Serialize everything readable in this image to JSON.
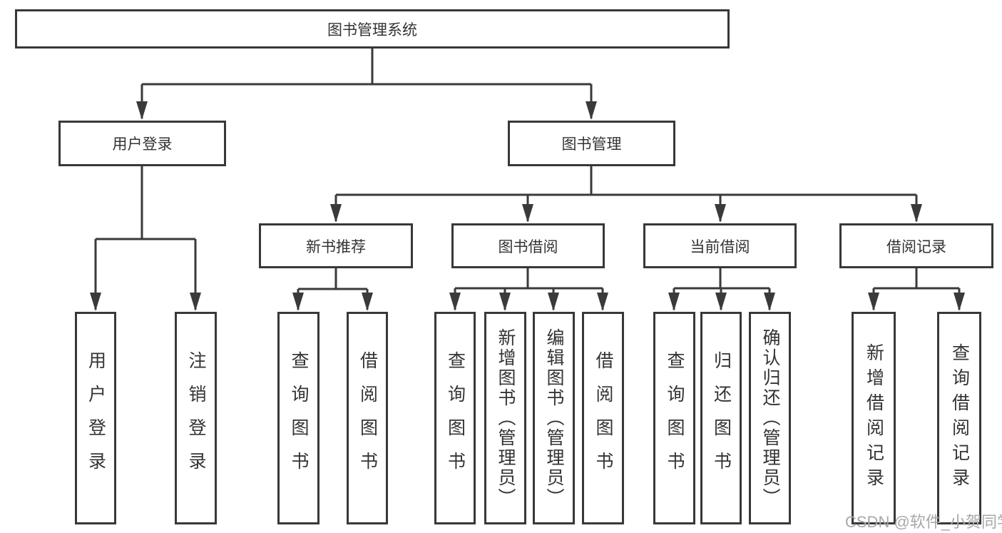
{
  "diagram": {
    "type": "hierarchy",
    "root": {
      "label": "图书管理系统"
    },
    "level2": {
      "user_login": {
        "label": "用户登录"
      },
      "book_mgmt": {
        "label": "图书管理"
      }
    },
    "level3": {
      "new_books": {
        "label": "新书推荐"
      },
      "borrowing": {
        "label": "图书借阅"
      },
      "current": {
        "label": "当前借阅"
      },
      "records": {
        "label": "借阅记录"
      }
    },
    "leaves": {
      "user_login": [
        "用户登录",
        "注销登录"
      ],
      "new_books": [
        "查询图书",
        "借阅图书"
      ],
      "borrowing": [
        "查询图书",
        "新增图书（管理员）",
        "编辑图书（管理员）",
        "借阅图书"
      ],
      "current": [
        "查询图书",
        "归还图书",
        "确认归还（管理员）"
      ],
      "records": [
        "新增借阅记录",
        "查询借阅记录"
      ]
    }
  },
  "colors": {
    "line": "#3a3a3a",
    "border": "#383838",
    "text": "#333333",
    "background": "#ffffff",
    "watermark": "#a8a8a8"
  },
  "watermark": {
    "label": "CSDN @软件_小贺同学"
  }
}
